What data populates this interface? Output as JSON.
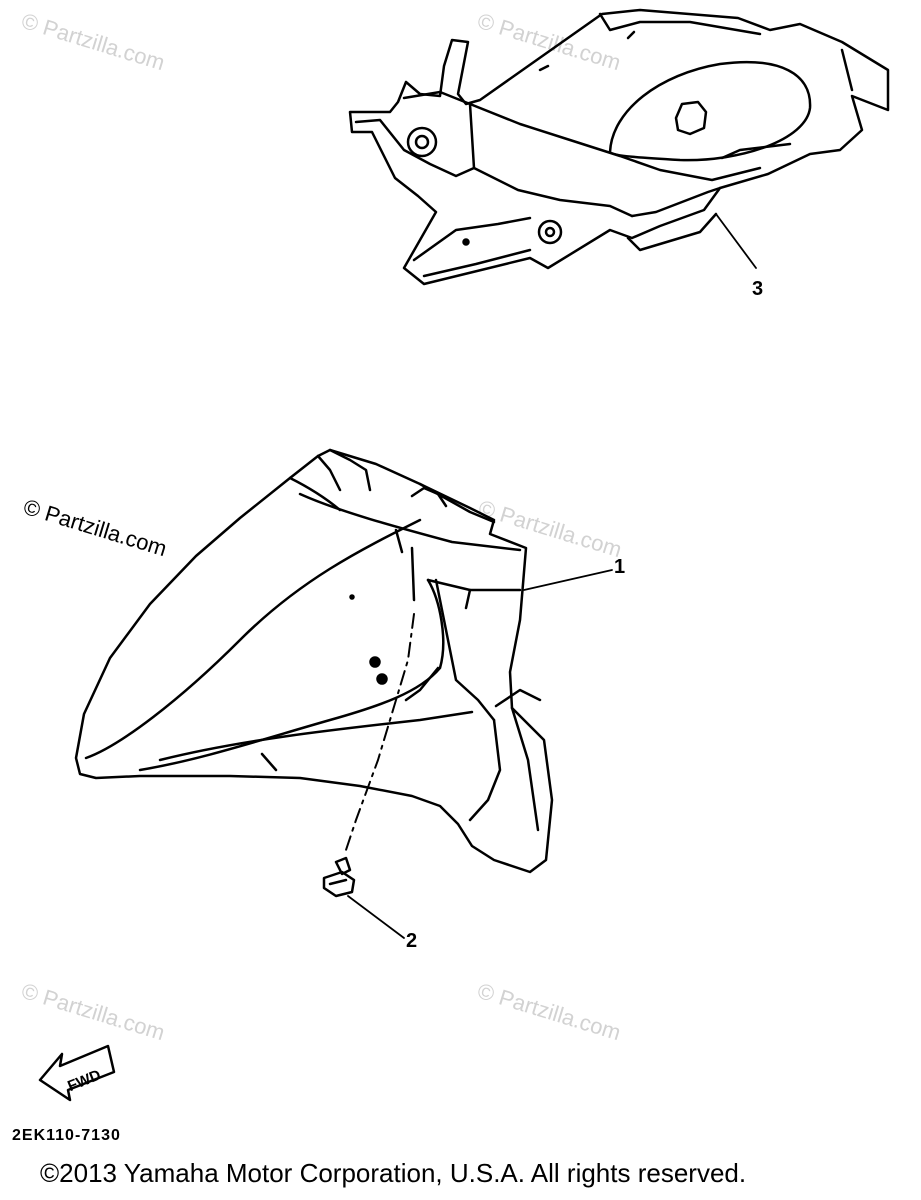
{
  "watermarks": [
    "© Partzilla.com",
    "© Partzilla.com",
    "© Partzilla.com",
    "© Partzilla.com",
    "© Partzilla.com",
    "© Partzilla.com"
  ],
  "callouts": {
    "part1": "1",
    "part2": "2",
    "part3": "3"
  },
  "fwd_label": "FWD",
  "drawing_code": "2EK110-7130",
  "copyright": "©2013 Yamaha Motor Corporation, U.S.A. All rights reserved.",
  "colors": {
    "line": "#000000",
    "watermark": "#d2d2d2",
    "background": "#ffffff"
  }
}
